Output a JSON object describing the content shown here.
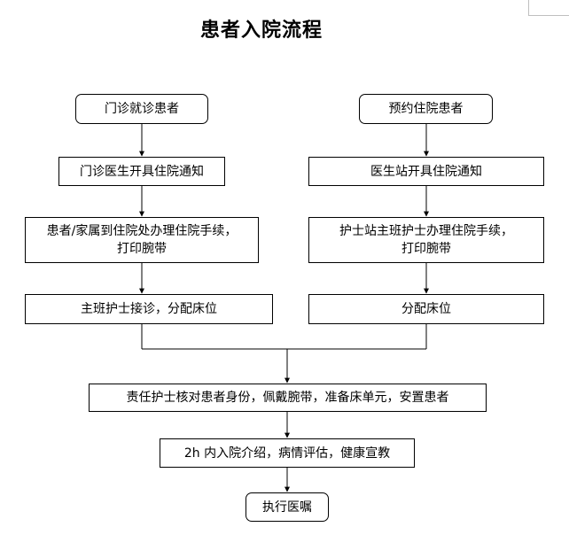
{
  "title": "患者入院流程",
  "nodes": {
    "clinic_patient": "门诊就诊患者",
    "scheduled_patient": "预约住院患者",
    "clinic_doctor_notice": "门诊医生开具住院通知",
    "station_doctor_notice": "医生站开具住院通知",
    "family_admission": "患者/家属到住院处办理住院手续，\n打印腕带",
    "nurse_admission": "护士站主班护士办理住院手续，\n打印腕带",
    "charge_nurse_bed": "主班护士接诊，分配床位",
    "assign_bed": "分配床位",
    "verify_identity": "责任护士核对患者身份，佩戴腕带，准备床单元，安置患者",
    "orientation": "2h 内入院介绍，病情评估，健康宣教",
    "execute_orders": "执行医嘱"
  }
}
